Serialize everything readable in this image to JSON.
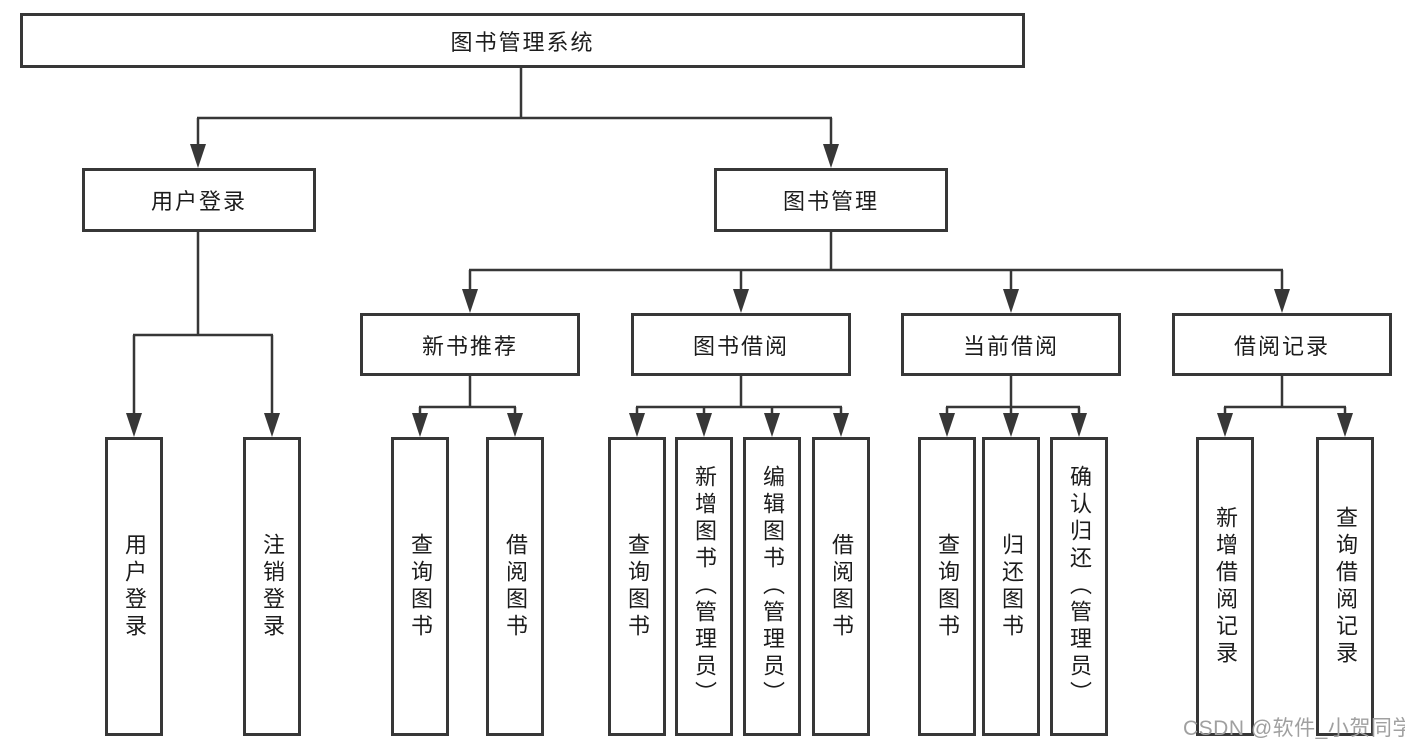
{
  "diagram_title": "图书管理系统",
  "tree": {
    "label": "图书管理系统",
    "children": [
      {
        "label": "用户登录",
        "children": [
          {
            "label": "用户登录"
          },
          {
            "label": "注销登录"
          }
        ]
      },
      {
        "label": "图书管理",
        "children": [
          {
            "label": "新书推荐",
            "children": [
              {
                "label": "查询图书"
              },
              {
                "label": "借阅图书"
              }
            ]
          },
          {
            "label": "图书借阅",
            "children": [
              {
                "label": "查询图书"
              },
              {
                "label": "新增图书（管理员）"
              },
              {
                "label": "编辑图书（管理员）"
              },
              {
                "label": "借阅图书"
              }
            ]
          },
          {
            "label": "当前借阅",
            "children": [
              {
                "label": "查询图书"
              },
              {
                "label": "归还图书"
              },
              {
                "label": "确认归还（管理员）"
              }
            ]
          },
          {
            "label": "借阅记录",
            "children": [
              {
                "label": "新增借阅记录"
              },
              {
                "label": "查询借阅记录"
              }
            ]
          }
        ]
      }
    ]
  },
  "watermark": {
    "text": "CSDN @软件_小贺同学"
  },
  "colors": {
    "line": "#373737",
    "node_border": "#373737",
    "text": "#1c1c1c",
    "watermark": "#a0a0a0",
    "background": "#ffffff"
  }
}
